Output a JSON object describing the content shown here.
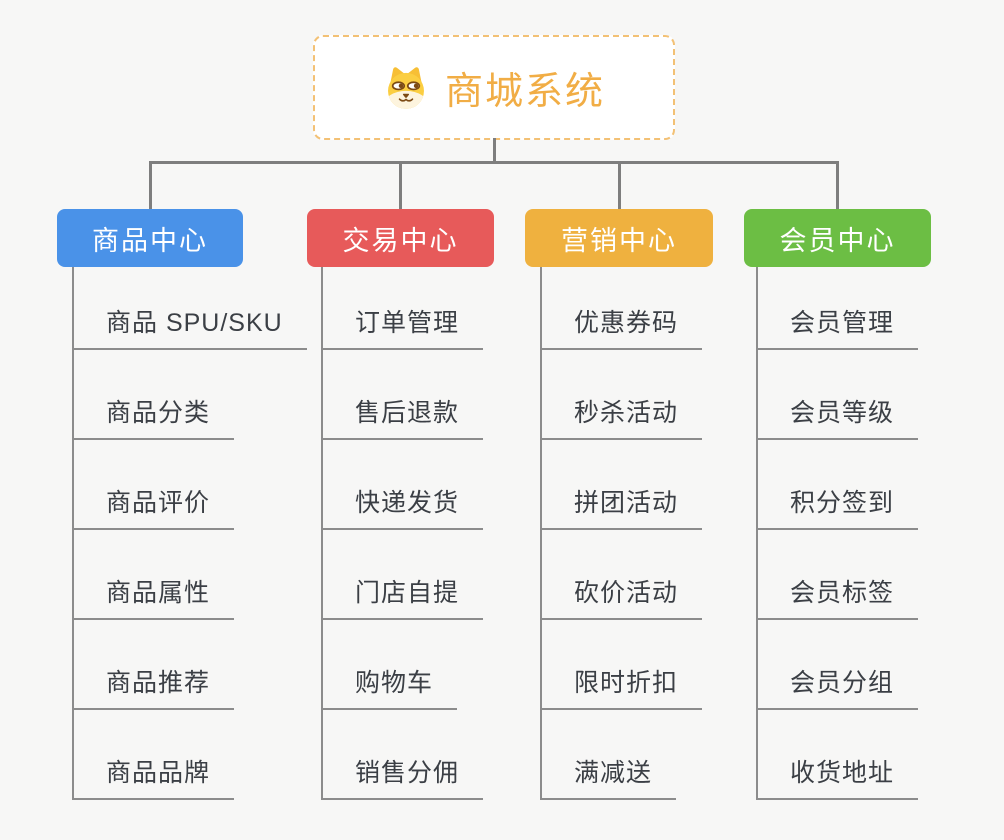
{
  "root": {
    "title": "商城系统",
    "icon": "shiba-dog-icon"
  },
  "branches": [
    {
      "label": "商品中心",
      "color": "#4A92E8",
      "items": [
        "商品 SPU/SKU",
        "商品分类",
        "商品评价",
        "商品属性",
        "商品推荐",
        "商品品牌"
      ]
    },
    {
      "label": "交易中心",
      "color": "#E75A5A",
      "items": [
        "订单管理",
        "售后退款",
        "快递发货",
        "门店自提",
        "购物车",
        "销售分佣"
      ]
    },
    {
      "label": "营销中心",
      "color": "#EFB13F",
      "items": [
        "优惠券码",
        "秒杀活动",
        "拼团活动",
        "砍价活动",
        "限时折扣",
        "满减送"
      ]
    },
    {
      "label": "会员中心",
      "color": "#6CBE44",
      "items": [
        "会员管理",
        "会员等级",
        "积分签到",
        "会员标签",
        "会员分组",
        "收货地址"
      ]
    }
  ],
  "style": {
    "background": "#F7F7F6",
    "connector_color": "#7E7E7E",
    "underline_color": "#8C8C8C",
    "root_border_color": "#F3C175",
    "root_title_color": "#F1AD45",
    "branch_text_color": "#FFFFFF",
    "leaf_text_color": "#3B3F45"
  }
}
